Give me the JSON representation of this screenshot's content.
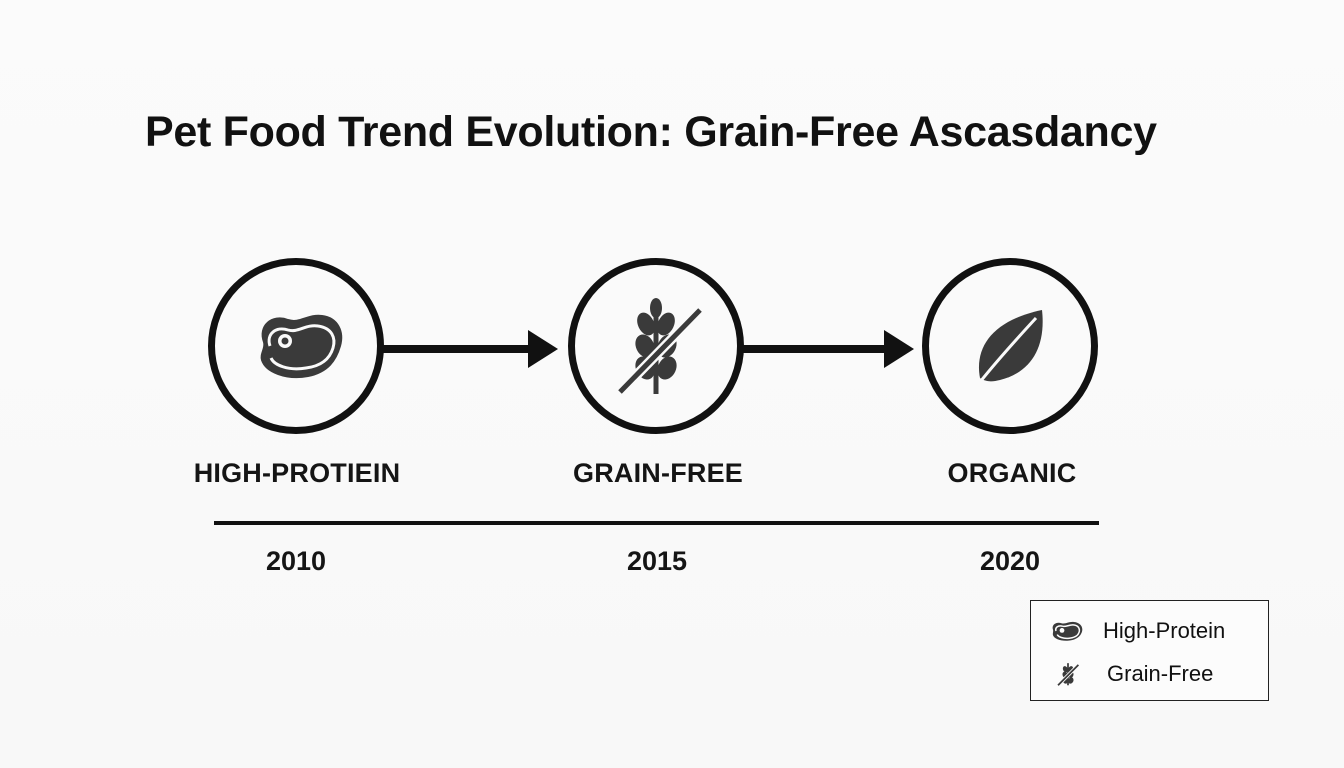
{
  "title": "Pet Food Trend Evolution: Grain-Free Ascasdancy",
  "stages": [
    {
      "label": "HIGH-PROTIEIN",
      "year": "2010",
      "icon": "meat-steak-icon"
    },
    {
      "label": "GRAIN-FREE",
      "year": "2015",
      "icon": "grain-free-wheat-icon"
    },
    {
      "label": "ORGANIC",
      "year": "2020",
      "icon": "leaf-icon"
    }
  ],
  "legend": {
    "items": [
      {
        "label": "High-Protein",
        "icon": "meat-steak-icon"
      },
      {
        "label": "Grain-Free",
        "icon": "grain-free-wheat-icon"
      }
    ]
  },
  "colors": {
    "ink": "#111111",
    "icon_fill": "#3a3a3a",
    "background": "#fafafa"
  }
}
